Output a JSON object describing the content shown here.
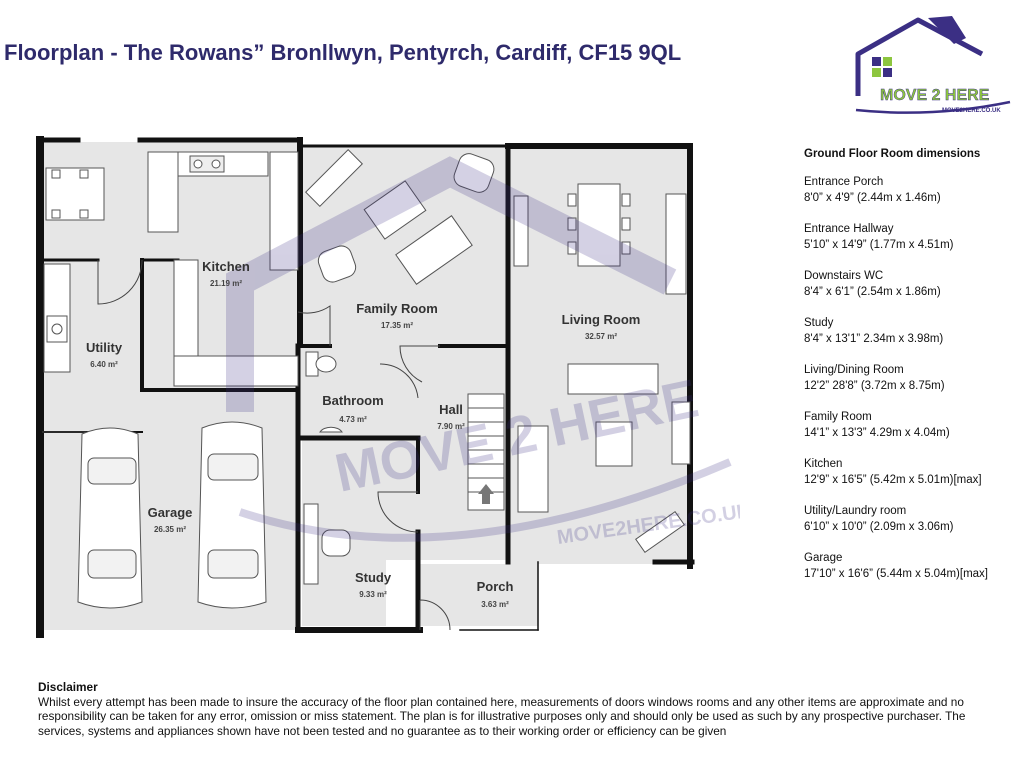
{
  "page": {
    "title": "Floorplan - The Rowans” Bronllwyn, Pentyrch, Cardiff, CF15 9QL"
  },
  "logo": {
    "brand": "MOVE 2 HERE",
    "url": "MOVE2HERE.CO.UK"
  },
  "watermark": {
    "brand": "MOVE 2 HERE",
    "url": "MOVE2HERE.CO.UK"
  },
  "colors": {
    "title": "#2e2a6b",
    "logo_purple": "#3b2f84",
    "logo_green": "#8dc63f",
    "floor": "#e6e6e6",
    "wall": "#111111"
  },
  "rooms": [
    {
      "name": "Kitchen",
      "area": "21.19 m²"
    },
    {
      "name": "Family Room",
      "area": "17.35 m²"
    },
    {
      "name": "Living Room",
      "area": "32.57 m²"
    },
    {
      "name": "Utility",
      "area": "6.40 m²"
    },
    {
      "name": "Bathroom",
      "area": "4.73 m²"
    },
    {
      "name": "Hall",
      "area": "7.90 m²"
    },
    {
      "name": "Garage",
      "area": "26.35 m²"
    },
    {
      "name": "Study",
      "area": "9.33 m²"
    },
    {
      "name": "Porch",
      "area": "3.63 m²"
    }
  ],
  "dimensions": {
    "heading": "Ground Floor Room dimensions",
    "items": [
      {
        "name": "Entrance Porch",
        "size": "8'0” x 4'9” (2.44m x 1.46m)"
      },
      {
        "name": "Entrance Hallway",
        "size": "5'10” x 14'9” (1.77m x 4.51m)"
      },
      {
        "name": "Downstairs WC",
        "size": "8'4” x 6'1” (2.54m x 1.86m)"
      },
      {
        "name": "Study",
        "size": "8'4” x 13'1” 2.34m x 3.98m)"
      },
      {
        "name": "Living/Dining Room",
        "size": "12'2” 28'8” (3.72m x 8.75m)"
      },
      {
        "name": "Family Room",
        "size": "14'1” x 13'3” 4.29m x 4.04m)"
      },
      {
        "name": "Kitchen",
        "size": "12'9” x 16'5” (5.42m x 5.01m)[max]"
      },
      {
        "name": "Utility/Laundry room",
        "size": "6'10” x 10'0” (2.09m x 3.06m)"
      },
      {
        "name": "Garage",
        "size": "17'10” x 16'6” (5.44m x 5.04m)[max]"
      }
    ]
  },
  "disclaimer": {
    "heading": "Disclaimer",
    "text": "Whilst every attempt has been made to insure the accuracy of the floor plan contained here, measurements of doors windows rooms and any other items are approximate and no responsibility can be taken for any error, omission or miss statement. The plan is for illustrative purposes only and should only be used as such by any prospective purchaser. The services, systems and appliances shown have not been tested and no guarantee as to their working order or efficiency can be given"
  }
}
